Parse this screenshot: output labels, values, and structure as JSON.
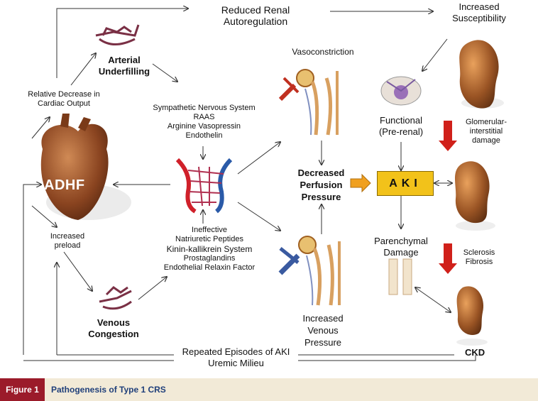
{
  "labels": {
    "reduced_renal_1": "Reduced Renal",
    "reduced_renal_2": "Autoregulation",
    "increased_susc_1": "Increased",
    "increased_susc_2": "Susceptibility",
    "arterial_1": "Arterial",
    "arterial_2": "Underfilling",
    "relative_1": "Relative Decrease in",
    "relative_2": "Cardiac Output",
    "vasoconstriction": "Vasoconstriction",
    "sns": "Sympathetic Nervous System",
    "raas": "RAAS",
    "avp": "Arginine Vasopressin",
    "endothelin": "Endothelin",
    "functional_1": "Functional",
    "functional_2": "(Pre-renal)",
    "glom_1": "Glomerular-",
    "glom_2": "interstitial",
    "glom_3": "damage",
    "adhf": "ADHF",
    "decreased_1": "Decreased",
    "decreased_2": "Perfusion",
    "decreased_3": "Pressure",
    "aki": "AKI",
    "increased_preload_1": "Increased",
    "increased_preload_2": "preload",
    "ineffective": "Ineffective",
    "nat_pep": "Natriuretic Peptides",
    "kinin": "Kinin-kallikrein System",
    "prostaglandins": "Prostaglandins",
    "relaxin": "Endothelial Relaxin Factor",
    "parenchymal_1": "Parenchymal",
    "parenchymal_2": "Damage",
    "sclerosis": "Sclerosis",
    "fibrosis": "Fibrosis",
    "venous_cong_1": "Venous",
    "venous_cong_2": "Congestion",
    "inc_venous_1": "Increased",
    "inc_venous_2": "Venous",
    "inc_venous_3": "Pressure",
    "repeated": "Repeated Episodes of AKI",
    "uremic": "Uremic Milieu",
    "ckd": "CKD"
  },
  "caption": {
    "label": "Figure 1",
    "text": "Pathogenesis of Type 1 CRS"
  },
  "colors": {
    "caption_label_bg": "#9b1b2a",
    "caption_bar_bg": "#f2ead7",
    "caption_text": "#1f3f7a",
    "aki_box": "#f2c21a",
    "red_arrow": "#d0201a",
    "orange_arrow": "#f0a020",
    "kidney": "#8a4a1e",
    "heart": "#8a4420"
  }
}
